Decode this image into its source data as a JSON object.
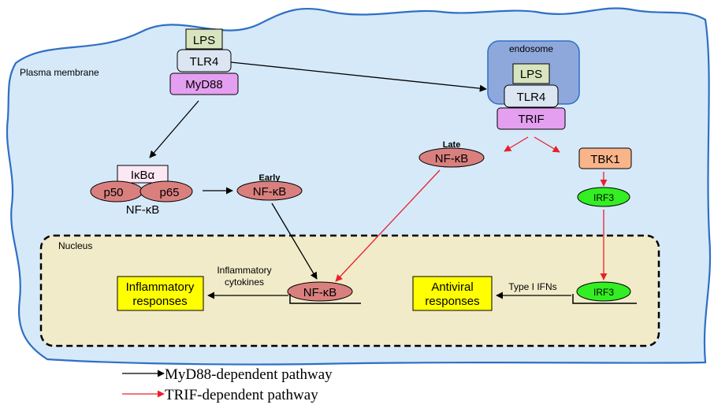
{
  "labels": {
    "plasma_membrane": "Plasma membrane",
    "endosome": "endosome",
    "nucleus": "Nucleus",
    "lps_surface": "LPS",
    "tlr4_surface": "TLR4",
    "myd88": "MyD88",
    "lps_endosome": "LPS",
    "tlr4_endosome": "TLR4",
    "trif": "TRIF",
    "tbk1": "TBK1",
    "irf3_cytoplasm": "IRF3",
    "irf3_nucleus": "IRF3",
    "ikba": "IκBα",
    "p50": "p50",
    "p65": "p65",
    "nfkb_complex": "NF-κB",
    "early": "Early",
    "nfkb_early": "NF-κB",
    "late": "Late",
    "nfkb_late": "NF-κB",
    "nfkb_nucleus": "NF-κB",
    "inflammatory_cytokines_1": "Inflammatory",
    "inflammatory_cytokines_2": "cytokines",
    "inflammatory_responses_1": "Inflammatory",
    "inflammatory_responses_2": "responses",
    "type1_ifns": "Type I IFNs",
    "antiviral_responses_1": "Antiviral",
    "antiviral_responses_2": "responses"
  },
  "legend": {
    "myd88_pathway": "MyD88-dependent pathway",
    "trif_pathway": "TRIF-dependent pathway"
  },
  "colors": {
    "cell_fill": "#d6e9f8",
    "cell_stroke": "#2f6fc4",
    "nucleus_fill": "#f2ebc9",
    "endosome_fill": "#8fa8dc",
    "lps_fill": "#d7e4bd",
    "tlr4_fill": "#dce6f2",
    "adaptor_fill": "#e59ff0",
    "tbk1_fill": "#f9b48a",
    "irf3_fill": "#33ee22",
    "nfkb_fill": "#d9807f",
    "ikba_fill": "#fbe8f4",
    "response_fill": "#ffff00",
    "myd88_arrow": "#000000",
    "trif_arrow": "#e8202a"
  }
}
